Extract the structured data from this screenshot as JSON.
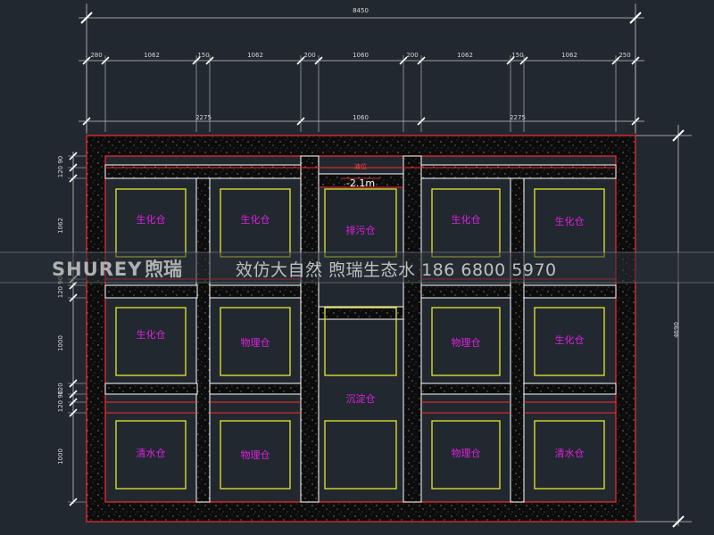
{
  "colors": {
    "background": "#212830",
    "dimension": "#c8c8c8",
    "outline": "#ff2a2a",
    "wall": "#ffffff",
    "pool_inner": "#e6e62a",
    "label": "#e020e0",
    "watermark": "#d0d0d0"
  },
  "dimensions": {
    "total_width": "8450",
    "top_segments": [
      "280",
      "1062",
      "150",
      "1062",
      "200",
      "1060",
      "200",
      "1062",
      "150",
      "1062",
      "250"
    ],
    "mid_segments": [
      "2275",
      "1060",
      "2275"
    ],
    "right_height": "4690",
    "left_segments": [
      "120 90",
      "1062",
      "120 90",
      "1000",
      "120",
      "120 90",
      "1000"
    ]
  },
  "annotation": {
    "water_level_label": "液位",
    "water_level_value": "-2.1m"
  },
  "tanks": {
    "r1c1": "生化仓",
    "r1c2": "生化仓",
    "r1c3": "排污仓",
    "r1c4": "生化仓",
    "r1c5": "生化仓",
    "r2c1": "生化仓",
    "r2c2": "物理仓",
    "r2c4": "物理仓",
    "r2c5": "生化仓",
    "center": "沉淀仓",
    "r3c1": "清水仓",
    "r3c2": "物理仓",
    "r3c4": "物理仓",
    "r3c5": "清水仓"
  },
  "watermark": {
    "brand": "SHUREY",
    "brand_cn": "煦瑞",
    "slogan": "效仿大自然 煦瑞生态水 186 6800 5970"
  }
}
